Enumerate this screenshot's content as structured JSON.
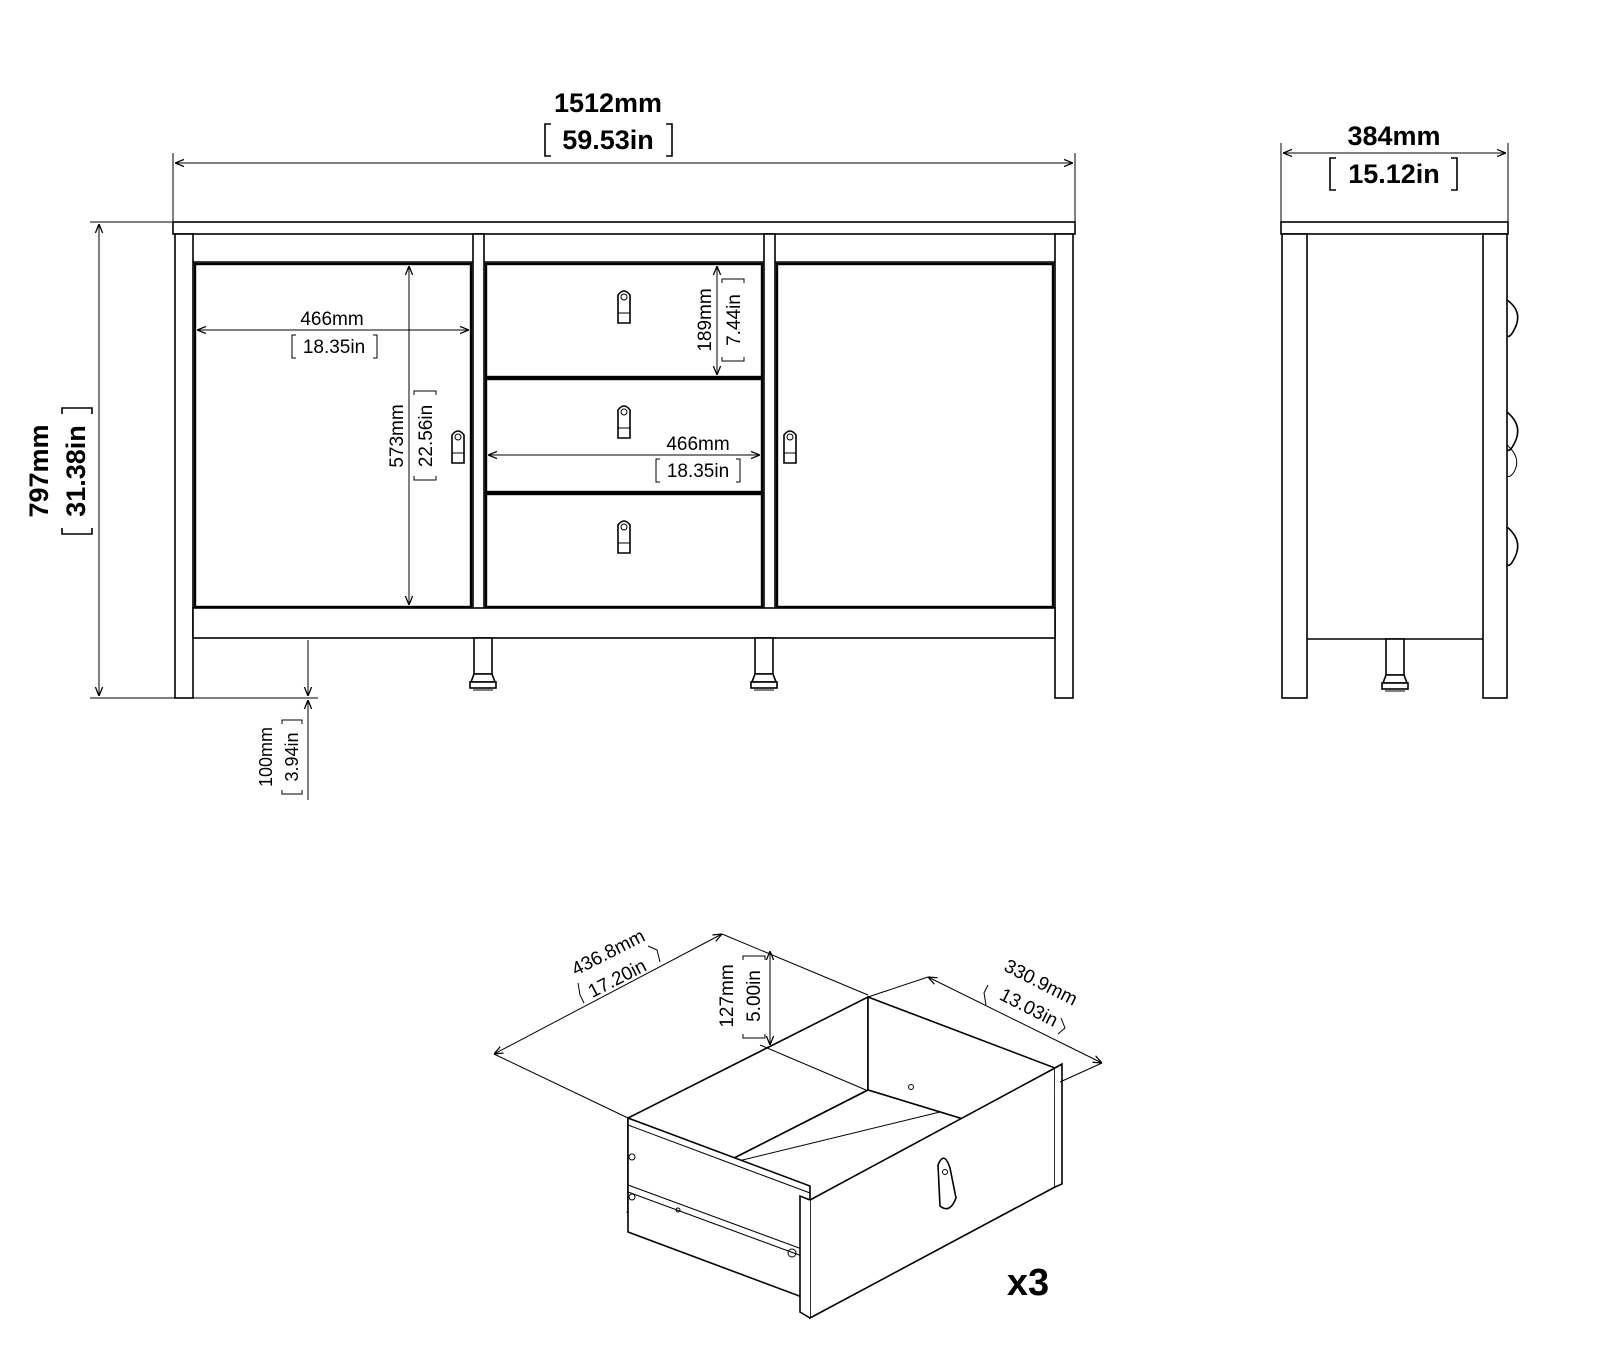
{
  "front_view": {
    "width_mm": "1512mm",
    "width_in": "59.53in",
    "height_mm": "797mm",
    "height_in": "31.38in",
    "door_width_mm": "466mm",
    "door_width_in": "18.35in",
    "door_height_mm": "573mm",
    "door_height_in": "22.56in",
    "drawer_height_mm": "189mm",
    "drawer_height_in": "7.44in",
    "drawer_width_mm": "466mm",
    "drawer_width_in": "18.35in",
    "leg_height_mm": "100mm",
    "leg_height_in": "3.94in"
  },
  "side_view": {
    "depth_mm": "384mm",
    "depth_in": "15.12in"
  },
  "drawer_detail": {
    "length_mm": "436.8mm",
    "length_in": "17.20in",
    "height_mm": "127mm",
    "height_in": "5.00in",
    "width_mm": "330.9mm",
    "width_in": "13.03in",
    "quantity": "x3"
  }
}
